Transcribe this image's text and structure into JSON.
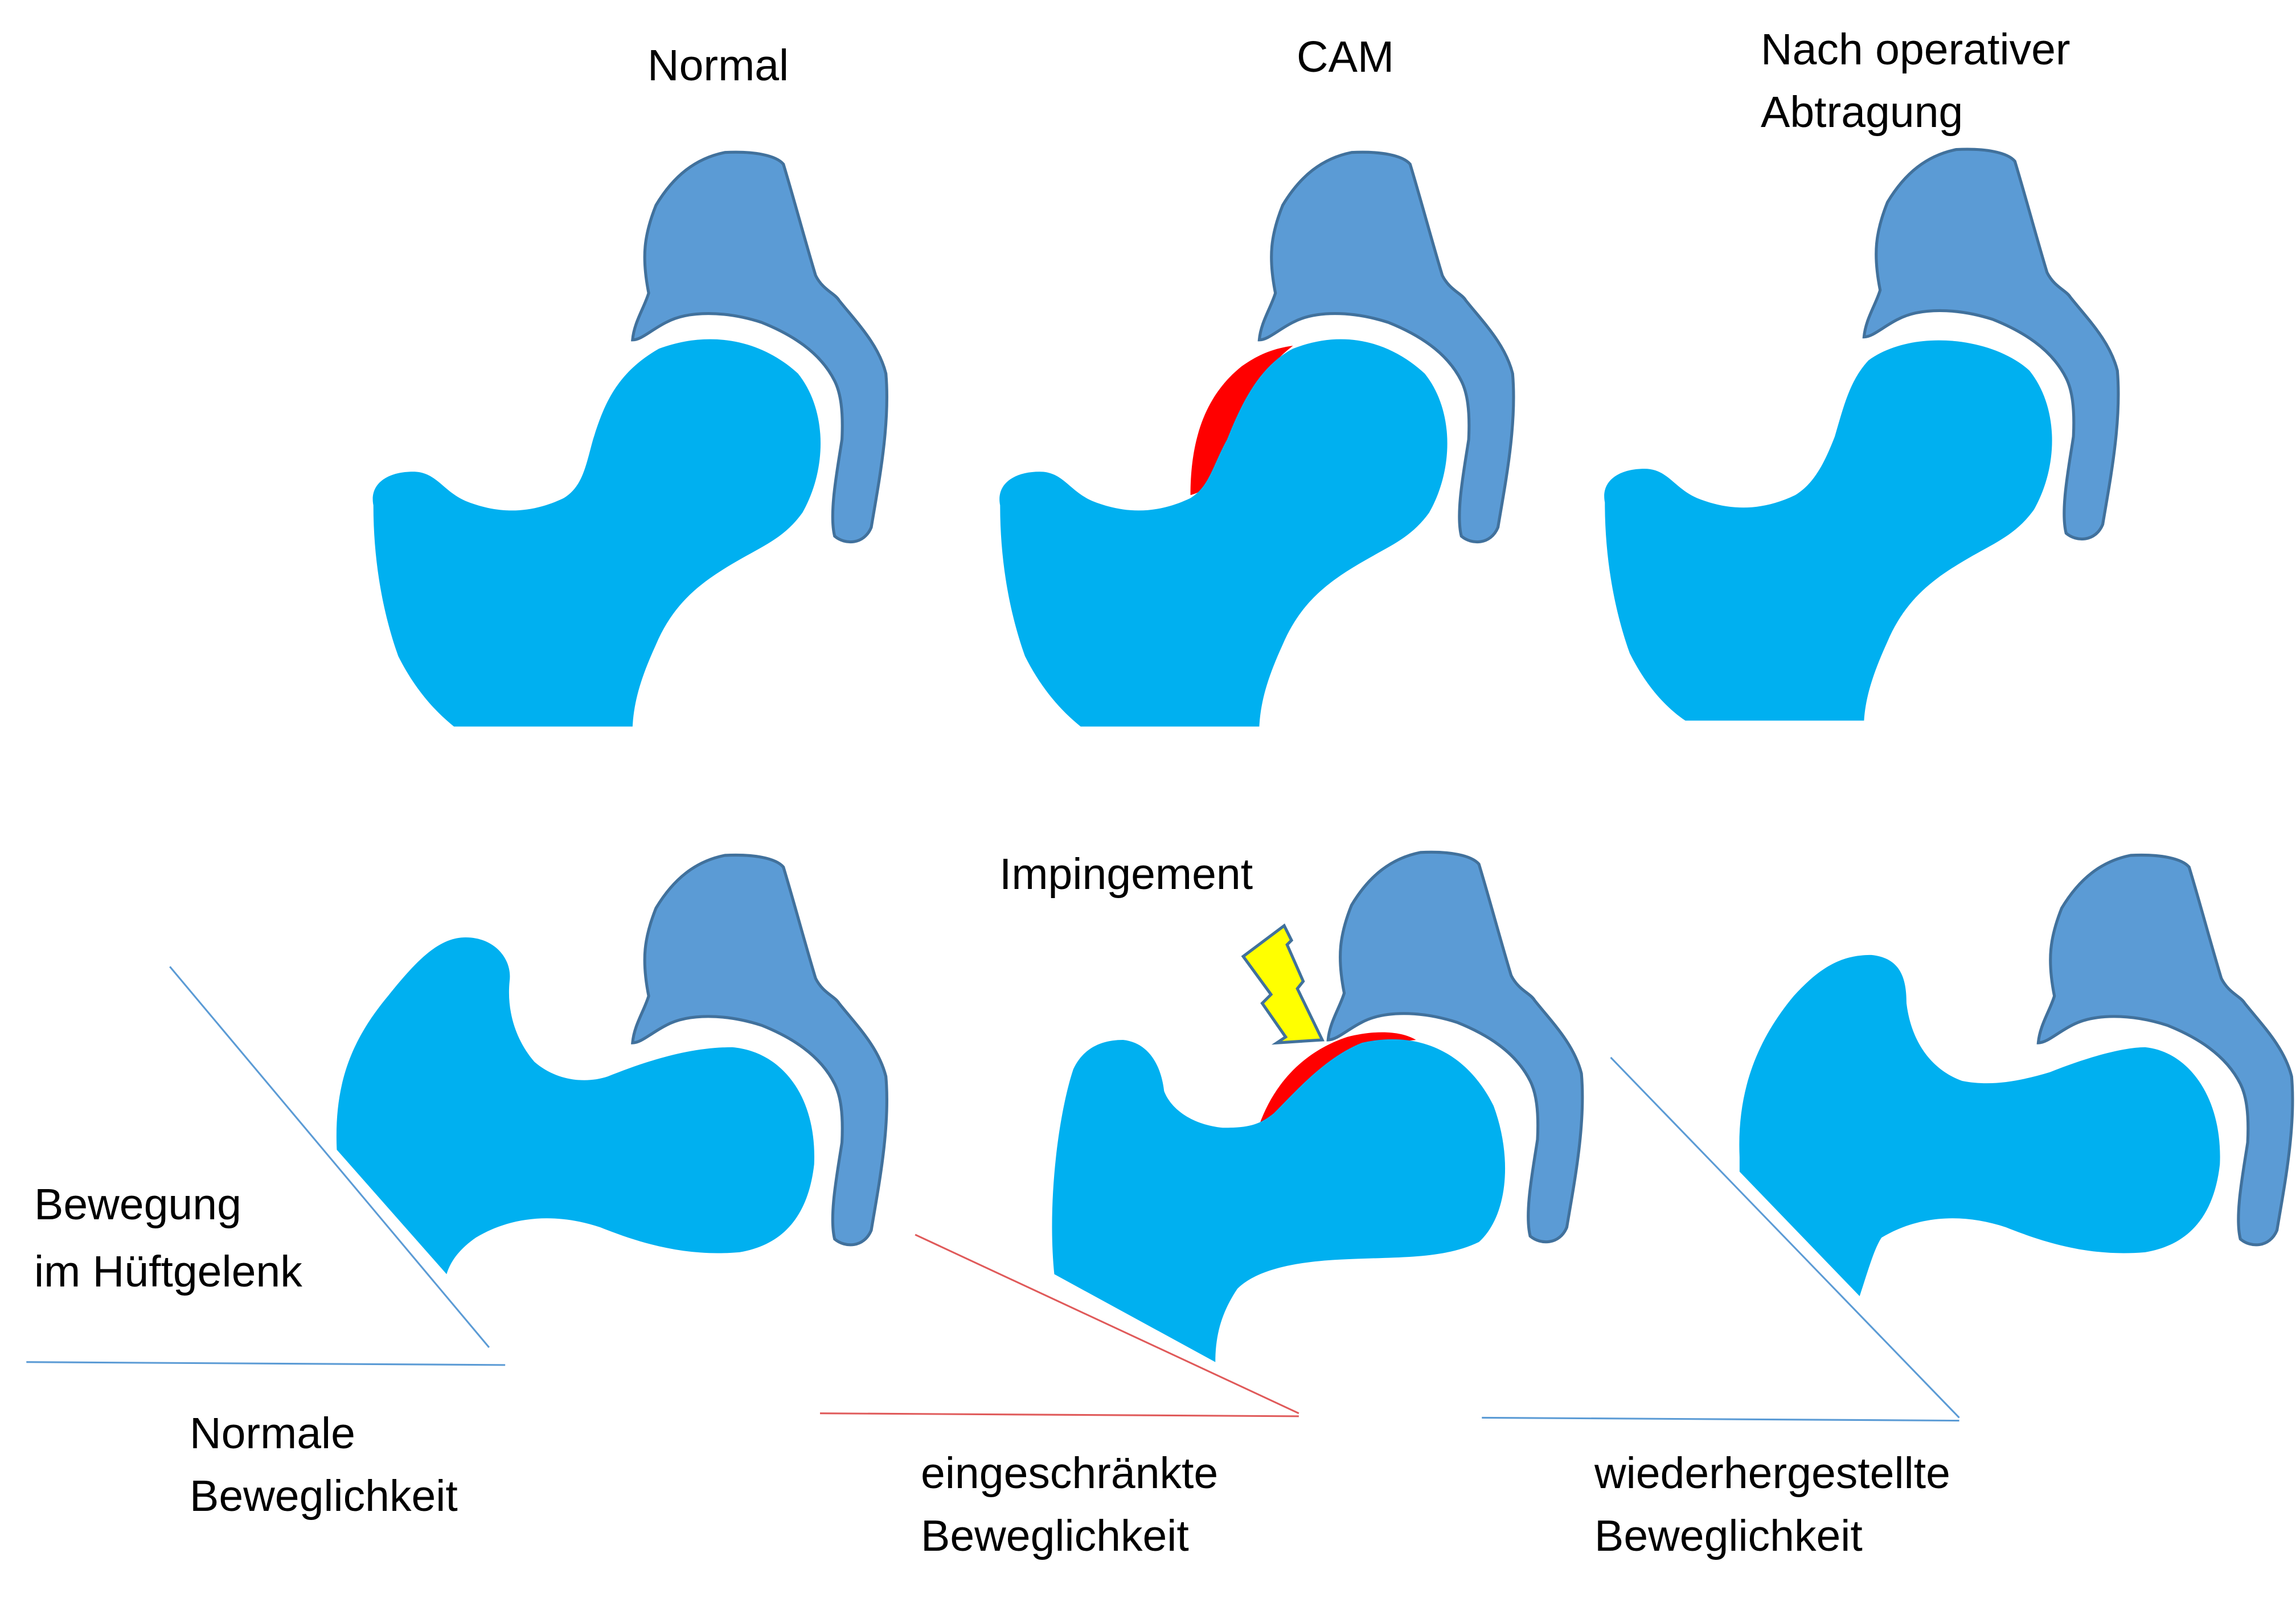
{
  "columns": {
    "normal": {
      "title": "Normal"
    },
    "cam": {
      "title": "CAM"
    },
    "post_op": {
      "title_line1": "Nach operativer",
      "title_line2": "Abtragung"
    }
  },
  "annotations": {
    "impingement": "Impingement",
    "movement_line1": "Bewegung",
    "movement_line2": "im Hüftgelenk"
  },
  "captions": {
    "normal": {
      "line1": "Normale",
      "line2": "Beweglichkeit"
    },
    "restricted": {
      "line1": "eingeschränkte",
      "line2": "Beweglichkeit"
    },
    "restored": {
      "line1": "wiederhergestellte",
      "line2": "Beweglichkeit"
    }
  },
  "colors": {
    "femur": "#00b0f0",
    "pelvis": "#5b9bd5",
    "cam_lesion": "#ff0000",
    "impingement_bolt": "#ffff00"
  }
}
